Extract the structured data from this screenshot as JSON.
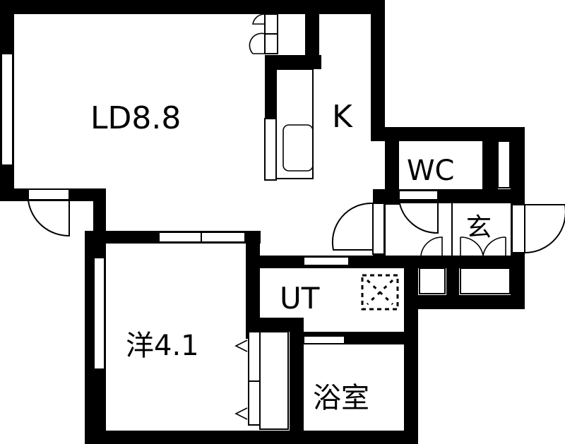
{
  "floor_plan": {
    "title": "1LDK floor plan",
    "colors": {
      "wall": "#000000",
      "background": "#ffffff"
    },
    "rooms": [
      {
        "id": "ld",
        "label": "LD8.8",
        "type": "living-dining",
        "size_jo": 8.8
      },
      {
        "id": "k",
        "label": "K",
        "type": "kitchen"
      },
      {
        "id": "wc",
        "label": "WC",
        "type": "toilet"
      },
      {
        "id": "genkan",
        "label": "玄",
        "type": "entrance"
      },
      {
        "id": "ut",
        "label": "UT",
        "type": "utility"
      },
      {
        "id": "western",
        "label": "洋4.1",
        "type": "western-room",
        "size_jo": 4.1
      },
      {
        "id": "bath",
        "label": "浴室",
        "type": "bathroom"
      }
    ],
    "symbols": {
      "washer_space": "washing-machine-space-icon",
      "sink": "kitchen-sink-icon",
      "closet": "closet-icon"
    }
  }
}
